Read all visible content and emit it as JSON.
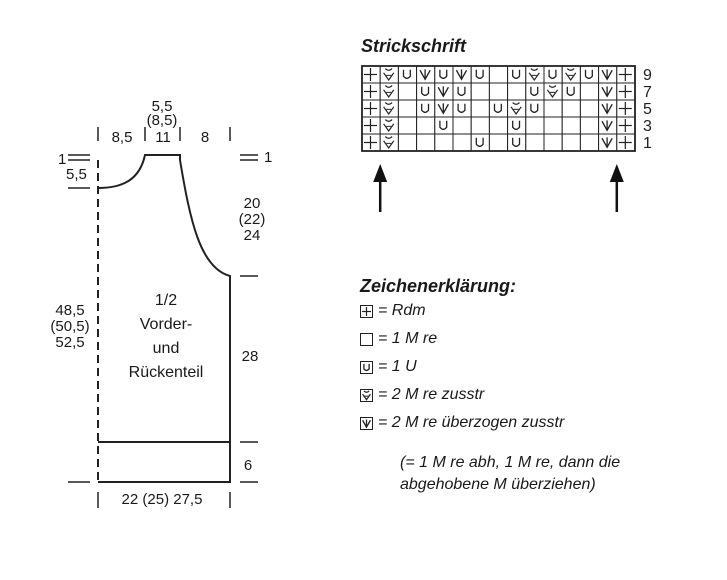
{
  "schematic": {
    "shoulder_top": "5,5",
    "shoulder_top_alt": "(8,5)",
    "neck_width": "11",
    "top_left_width": "8,5",
    "top_right_width": "8",
    "left_neck_depth_top": "1",
    "left_neck_depth": "5,5",
    "right_top_mark": "1",
    "armhole_1": "20",
    "armhole_2": "(22)",
    "armhole_3": "24",
    "left_h_1": "48,5",
    "left_h_2": "(50,5)",
    "left_h_3": "52,5",
    "right_mid": "28",
    "right_bottom": "6",
    "bottom_width": "22 (25) 27,5",
    "piece_label_1": "1/2",
    "piece_label_2": "Vorder-",
    "piece_label_3": "und",
    "piece_label_4": "Rückenteil"
  },
  "chart": {
    "title": "Strickschrift",
    "row_numbers": [
      "9",
      "7",
      "5",
      "3",
      "1"
    ],
    "cols": 15,
    "rows": [
      [
        "rdm",
        "zus",
        "U",
        "ueb",
        "U",
        "ueb",
        "U",
        "",
        "U",
        "zus",
        "U",
        "zus",
        "U",
        "ueb",
        "rdm"
      ],
      [
        "rdm",
        "zus",
        "",
        "U",
        "ueb",
        "U",
        "",
        "",
        "",
        "U",
        "zus",
        "U",
        "",
        "ueb",
        "rdm"
      ],
      [
        "rdm",
        "zus",
        "",
        "U",
        "ueb",
        "U",
        "",
        "U",
        "zus",
        "U",
        "",
        "",
        "",
        "ueb",
        "rdm"
      ],
      [
        "rdm",
        "zus",
        "",
        "",
        "U",
        "",
        "",
        "",
        "U",
        "",
        "",
        "",
        "",
        "ueb",
        "rdm"
      ],
      [
        "rdm",
        "zus",
        "",
        "",
        "",
        "",
        "U",
        "",
        "U",
        "",
        "",
        "",
        "",
        "ueb",
        "rdm"
      ]
    ]
  },
  "legend": {
    "title": "Zeichenerklärung:",
    "items": [
      {
        "symbol": "rdm",
        "text": "= Rdm"
      },
      {
        "symbol": "empty",
        "text": "= 1 M re"
      },
      {
        "symbol": "U",
        "text": "= 1 U"
      },
      {
        "symbol": "zus",
        "text": "= 2 M re zusstr"
      },
      {
        "symbol": "ueb",
        "text": "= 2 M re überzogen zusstr"
      }
    ],
    "continuation_1": "(= 1 M re abh, 1 M re, dann die",
    "continuation_2": "abgehobene M überziehen)"
  }
}
